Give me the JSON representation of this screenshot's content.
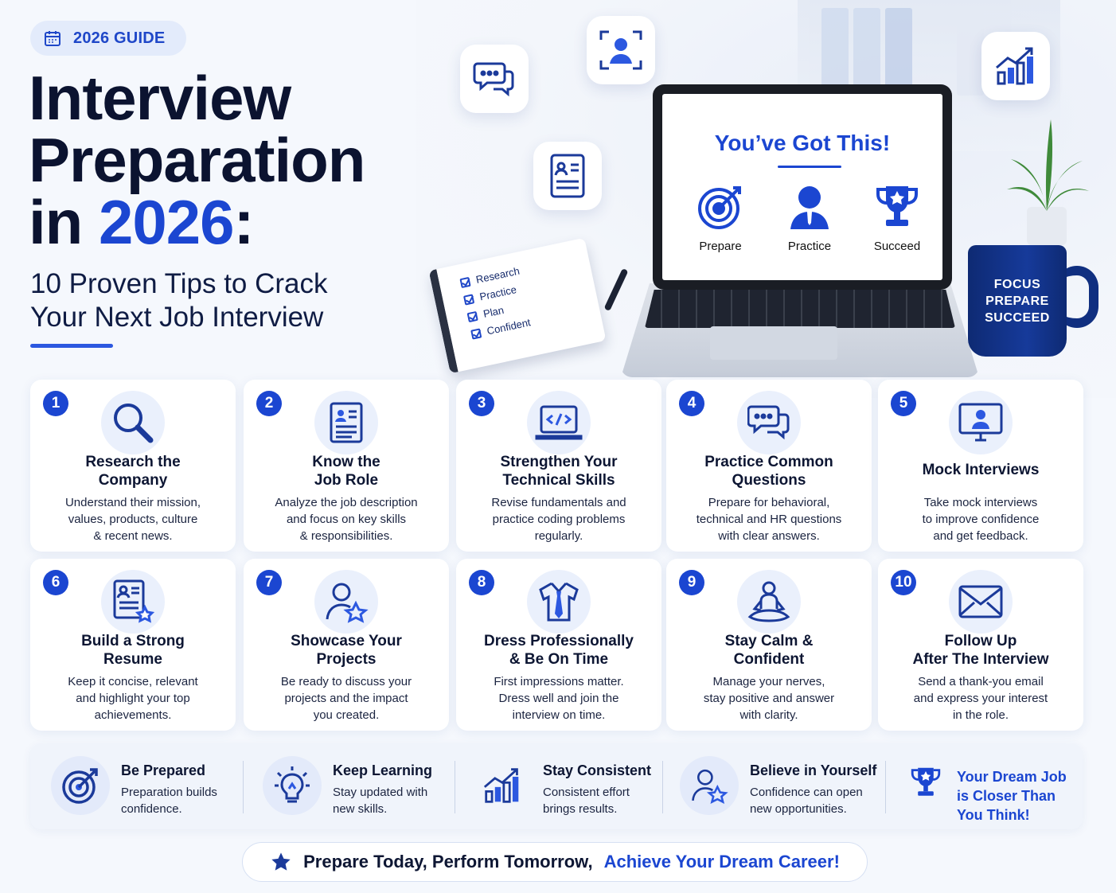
{
  "header": {
    "badge": "2026 GUIDE",
    "title_line1": "Interview",
    "title_line2": "Preparation",
    "title_line3_prefix": "in ",
    "title_line3_year": "2026",
    "title_line3_suffix": ":",
    "subtitle_line1": "10 Proven Tips to Crack",
    "subtitle_line2": "Your Next Job Interview"
  },
  "laptop": {
    "headline": "You’ve Got This!",
    "items": [
      "Prepare",
      "Practice",
      "Succeed"
    ]
  },
  "notebook": [
    "Research",
    "Practice",
    "Plan",
    "Confident"
  ],
  "mug": [
    "FOCUS",
    "PREPARE",
    "SUCCEED"
  ],
  "tips": [
    {
      "num": "1",
      "icon": "magnifier-icon",
      "title": "Research the\nCompany",
      "desc": "Understand their mission,\nvalues, products, culture\n& recent news."
    },
    {
      "num": "2",
      "icon": "document-icon",
      "title": "Know the\nJob Role",
      "desc": "Analyze the job description\nand focus on key skills\n& responsibilities."
    },
    {
      "num": "3",
      "icon": "code-laptop-icon",
      "title": "Strengthen Your\nTechnical Skills",
      "desc": "Revise fundamentals and\npractice coding problems\nregularly."
    },
    {
      "num": "4",
      "icon": "chat-icon",
      "title": "Practice Common\nQuestions",
      "desc": "Prepare for behavioral,\ntechnical and HR questions\nwith clear answers."
    },
    {
      "num": "5",
      "icon": "monitor-user-icon",
      "title": "Mock Interviews",
      "desc": "Take mock interviews\nto improve confidence\nand get feedback."
    },
    {
      "num": "6",
      "icon": "resume-star-icon",
      "title": "Build a Strong\nResume",
      "desc": "Keep it concise, relevant\nand highlight your top\nachievements."
    },
    {
      "num": "7",
      "icon": "user-star-icon",
      "title": "Showcase Your\nProjects",
      "desc": "Be ready to discuss your\nprojects and the impact\nyou created."
    },
    {
      "num": "8",
      "icon": "shirt-tie-icon",
      "title": "Dress Professionally\n& Be On Time",
      "desc": "First impressions matter.\nDress well and join the\ninterview on time."
    },
    {
      "num": "9",
      "icon": "meditation-icon",
      "title": "Stay Calm &\nConfident",
      "desc": "Manage your nerves,\nstay positive and answer\nwith clarity."
    },
    {
      "num": "10",
      "icon": "envelope-icon",
      "title": "Follow Up\nAfter The Interview",
      "desc": "Send a thank-you email\nand express your interest\nin the role."
    }
  ],
  "strip": [
    {
      "icon": "target-icon",
      "title": "Be Prepared",
      "desc": "Preparation builds\nconfidence."
    },
    {
      "icon": "lightbulb-icon",
      "title": "Keep Learning",
      "desc": "Stay updated with\nnew skills."
    },
    {
      "icon": "growth-chart-icon",
      "title": "Stay Consistent",
      "desc": "Consistent effort\nbrings results."
    },
    {
      "icon": "user-star-icon",
      "title": "Believe in Yourself",
      "desc": "Confidence can open\nnew opportunities."
    }
  ],
  "dream": "Your Dream Job\nis Closer Than\nYou Think!",
  "banner": {
    "lead": "Prepare Today, Perform Tomorrow,",
    "highlight": "Achieve Your Dream Career!"
  },
  "colors": {
    "accent": "#1b46d1",
    "navy": "#0b1330",
    "tint": "#eaf0fc"
  }
}
